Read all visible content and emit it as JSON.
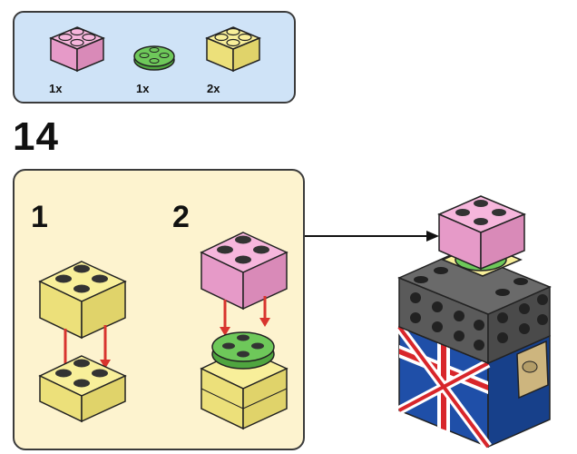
{
  "parts_list": {
    "items": [
      {
        "icon": "pink-brick-2x2-icon",
        "qty": "1x",
        "color": "#f6b6dc"
      },
      {
        "icon": "green-round-plate-2x2-icon",
        "qty": "1x",
        "color": "#6ec85a"
      },
      {
        "icon": "yellow-brick-2x2-icon",
        "qty": "2x",
        "color": "#f8ef9a"
      }
    ]
  },
  "step": {
    "number": "14"
  },
  "substeps": [
    {
      "number": "1"
    },
    {
      "number": "2"
    }
  ],
  "colors": {
    "parts_bg": "#cfe3f7",
    "substep_bg": "#fdf3cf",
    "arrow": "#d8342e",
    "pink": "#f6b6dc",
    "green": "#6ec85a",
    "yellow": "#f8ef9a",
    "gray": "#5a5a5a",
    "union_blue": "#1f4fa8",
    "union_red": "#d8262b",
    "tan": "#cdb57e"
  }
}
